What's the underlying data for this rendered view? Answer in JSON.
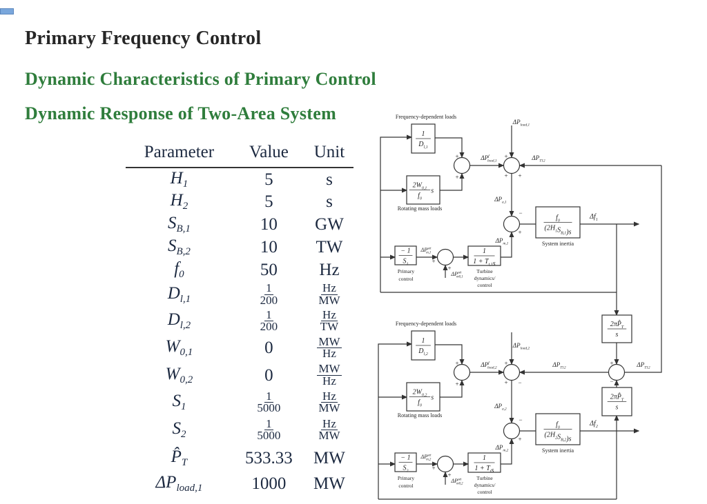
{
  "header": {
    "title": "Primary Frequency Control",
    "subtitle1": "Dynamic Characteristics of Primary Control",
    "subtitle2": "Dynamic Response of Two-Area System"
  },
  "colors": {
    "title": "#262626",
    "subtitle": "#2f7d3c",
    "table_text": "#1c2940",
    "marker": "#7aa7dc"
  },
  "table": {
    "headers": [
      "Parameter",
      "Value",
      "Unit"
    ],
    "rows": [
      {
        "param": {
          "base": "H",
          "sub": "1"
        },
        "value": "5",
        "unit": "s"
      },
      {
        "param": {
          "base": "H",
          "sub": "2"
        },
        "value": "5",
        "unit": "s"
      },
      {
        "param": {
          "base": "S",
          "sub": "B,1"
        },
        "value": "10",
        "unit": "GW"
      },
      {
        "param": {
          "base": "S",
          "sub": "B,2"
        },
        "value": "10",
        "unit": "TW"
      },
      {
        "param": {
          "base": "f",
          "sub": "0"
        },
        "value": "50",
        "unit": "Hz"
      },
      {
        "param": {
          "base": "D",
          "sub": "l,1"
        },
        "value": {
          "num": "1",
          "den": "200"
        },
        "unit": {
          "num": "Hz",
          "den": "MW"
        }
      },
      {
        "param": {
          "base": "D",
          "sub": "l,2"
        },
        "value": {
          "num": "1",
          "den": "200"
        },
        "unit": {
          "num": "Hz",
          "den": "TW"
        }
      },
      {
        "param": {
          "base": "W",
          "sub": "0,1"
        },
        "value": "0",
        "unit": {
          "num": "MW",
          "den": "Hz"
        }
      },
      {
        "param": {
          "base": "W",
          "sub": "0,2"
        },
        "value": "0",
        "unit": {
          "num": "MW",
          "den": "Hz"
        }
      },
      {
        "param": {
          "base": "S",
          "sub": "1"
        },
        "value": {
          "num": "1",
          "den": "5000"
        },
        "unit": {
          "num": "Hz",
          "den": "MW"
        }
      },
      {
        "param": {
          "base": "S",
          "sub": "2"
        },
        "value": {
          "num": "1",
          "den": "5000"
        },
        "unit": {
          "num": "Hz",
          "den": "MW"
        }
      },
      {
        "param": {
          "base": "P̂",
          "sub": "T"
        },
        "value": "533.33",
        "unit": "MW"
      },
      {
        "param": {
          "base": "ΔP",
          "sub": "load,1"
        },
        "value": "1000",
        "unit": "MW"
      }
    ]
  },
  "diagram": {
    "areas": [
      {
        "freq_loads_label": "Frequency-dependent loads",
        "damping_block": {
          "num": [
            {
              "t": "1"
            }
          ],
          "den": [
            {
              "t": "D",
              "sub": "l,1"
            }
          ]
        },
        "rotating_block": {
          "num": [
            {
              "t": "2W",
              "sub": "0,1"
            }
          ],
          "den": [
            {
              "t": "f",
              "sub": "0"
            }
          ],
          "suffix": "s"
        },
        "rotating_label": "Rotating mass loads",
        "load_input": [
          {
            "t": "ΔP",
            "sub": "load,1"
          }
        ],
        "load_f_signal": [
          {
            "t": "ΔP",
            "sup": "f",
            "sub": "load,1"
          }
        ],
        "tie_signal": [
          {
            "t": "ΔP",
            "sub": "T12"
          }
        ],
        "accel_signal": [
          {
            "t": "ΔP",
            "sub": "a,1"
          }
        ],
        "mech_signal": [
          {
            "t": "ΔP",
            "sub": "m,1"
          }
        ],
        "inertia_block": {
          "num": [
            {
              "t": "f",
              "sub": "0"
            }
          ],
          "den": [
            {
              "t": "(2H",
              "sub": "1"
            },
            {
              "t": "S",
              "sub": "B,1"
            },
            {
              "t": ")s"
            }
          ]
        },
        "inertia_label": "System inertia",
        "freq_out": [
          {
            "t": "Δf",
            "sub": "1"
          }
        ],
        "primary_block": {
          "num": [
            {
              "t": "− 1"
            }
          ],
          "den": [
            {
              "t": "S",
              "sub": "1"
            }
          ]
        },
        "primary_label": [
          "Primary",
          "control"
        ],
        "setpoint_signal": [
          {
            "t": "ΔP",
            "sup": "set",
            "sub": "m,1"
          }
        ],
        "setpoint0_signal": [
          {
            "t": "ΔP",
            "sup": "set",
            "sub": "m0,1"
          }
        ],
        "turbine_block": {
          "num": [
            {
              "t": "1"
            }
          ],
          "den": [
            {
              "t": "1 + T",
              "sub": "t,1"
            },
            {
              "t": "s"
            }
          ]
        },
        "turbine_label": [
          "Turbine",
          "dynamics/",
          "control"
        ],
        "signs": {
          "sum1": [
            "+",
            "+"
          ],
          "sum2": [
            "+",
            "+",
            "+"
          ],
          "sum3": [
            "−",
            "+"
          ],
          "sum4": [
            "+",
            "+"
          ]
        }
      },
      {
        "freq_loads_label": "Frequency-dependent loads",
        "damping_block": {
          "num": [
            {
              "t": "1"
            }
          ],
          "den": [
            {
              "t": "D",
              "sub": "l,2"
            }
          ]
        },
        "rotating_block": {
          "num": [
            {
              "t": "2W",
              "sub": "0,2"
            }
          ],
          "den": [
            {
              "t": "f",
              "sub": "0"
            }
          ],
          "suffix": "s"
        },
        "rotating_label": "Rotating mass loads",
        "load_input": [
          {
            "t": "ΔP",
            "sub": "load,2"
          }
        ],
        "load_f_signal": [
          {
            "t": "ΔP",
            "sup": "f",
            "sub": "load,2"
          }
        ],
        "tie_signal": [
          {
            "t": "ΔP",
            "sub": "T12"
          }
        ],
        "accel_signal": [
          {
            "t": "ΔP",
            "sub": "a,2"
          }
        ],
        "mech_signal": [
          {
            "t": "ΔP",
            "sub": "m,2"
          }
        ],
        "inertia_block": {
          "num": [
            {
              "t": "f",
              "sub": "0"
            }
          ],
          "den": [
            {
              "t": "(2H",
              "sub": "2"
            },
            {
              "t": "S",
              "sub": "B,2"
            },
            {
              "t": ")s"
            }
          ]
        },
        "inertia_label": "System inertia",
        "freq_out": [
          {
            "t": "Δf",
            "sub": "2"
          }
        ],
        "primary_block": {
          "num": [
            {
              "t": "− 1"
            }
          ],
          "den": [
            {
              "t": "S",
              "sub": "2"
            }
          ]
        },
        "primary_label": [
          "Primary",
          "control"
        ],
        "setpoint_signal": [
          {
            "t": "ΔP",
            "sup": "set",
            "sub": "m,2"
          }
        ],
        "setpoint0_signal": [
          {
            "t": "ΔP",
            "sup": "set",
            "sub": "m0,2"
          }
        ],
        "turbine_block": {
          "num": [
            {
              "t": "1"
            }
          ],
          "den": [
            {
              "t": "1 + T",
              "sub": "t"
            },
            {
              "t": "s"
            }
          ]
        },
        "turbine_label": [
          "Turbine",
          "dynamics/",
          "control"
        ],
        "signs": {
          "sum1": [
            "+",
            "+"
          ],
          "sum2": [
            "+",
            "+",
            "−"
          ],
          "sum3": [
            "−",
            "+"
          ],
          "sum4": [
            "+",
            "+"
          ]
        }
      }
    ],
    "tie": {
      "block_top": {
        "num": [
          {
            "t": "2πP̂",
            "sub": "T"
          }
        ],
        "den": [
          {
            "t": "s"
          }
        ]
      },
      "block_bottom": {
        "num": [
          {
            "t": "2πP̂",
            "sub": "T"
          }
        ],
        "den": [
          {
            "t": "s"
          }
        ]
      },
      "output_signal": [
        {
          "t": "ΔP",
          "sub": "T12"
        }
      ],
      "signs": [
        "+",
        "−"
      ]
    }
  }
}
